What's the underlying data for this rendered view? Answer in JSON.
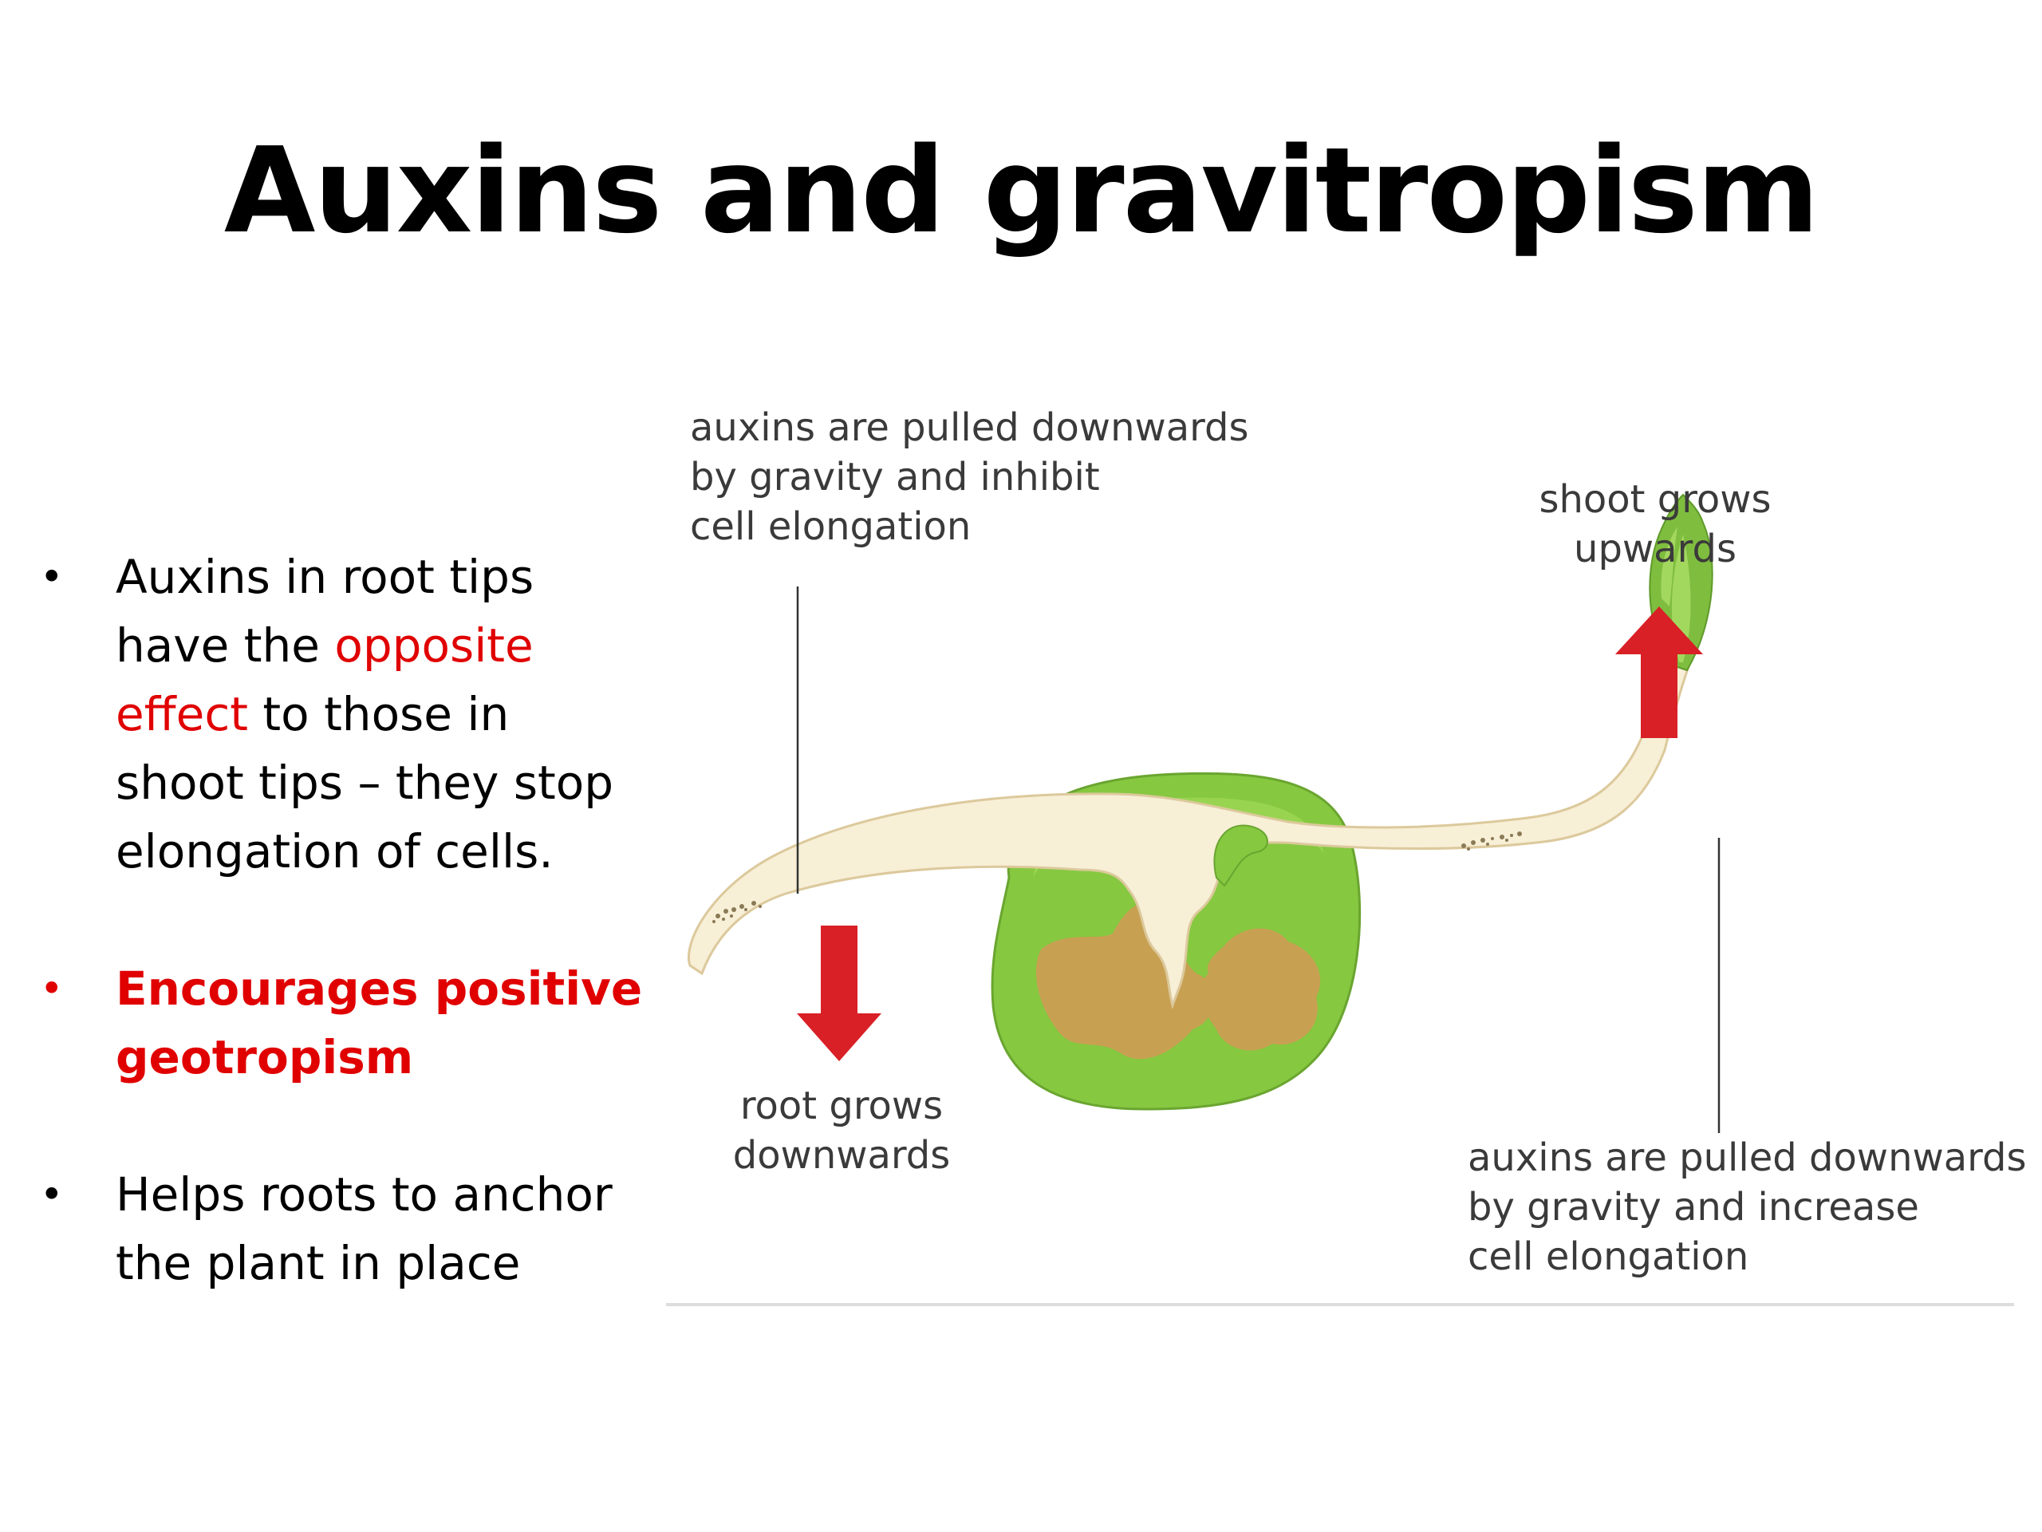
{
  "title": "Auxins and gravitropism",
  "bullets": {
    "b1": {
      "part1": "Auxins in root tips",
      "part2": "have the ",
      "red1": "opposite",
      "red2": "effect",
      "part3": " to those in",
      "part4": "shoot tips – they stop",
      "part5": "elongation of cells."
    },
    "b2": {
      "line1": "Encourages positive",
      "line2": "geotropism"
    },
    "b3": {
      "line1": "Helps roots to anchor",
      "line2": "the plant in place"
    }
  },
  "diagram": {
    "label_root_auxin": [
      "auxins are pulled downwards",
      "by gravity and inhibit",
      "cell elongation"
    ],
    "label_shoot": [
      "shoot grows",
      "upwards"
    ],
    "label_root": [
      "root grows",
      "downwards"
    ],
    "label_shoot_auxin": [
      "auxins are pulled downwards",
      "by gravity and increase",
      "cell elongation"
    ]
  },
  "colors": {
    "red_accent": "#e00000",
    "arrow_red": "#d92026",
    "seed_green": "#86c840",
    "seed_brown": "#c8a052",
    "stem_cream": "#f7efd6"
  }
}
